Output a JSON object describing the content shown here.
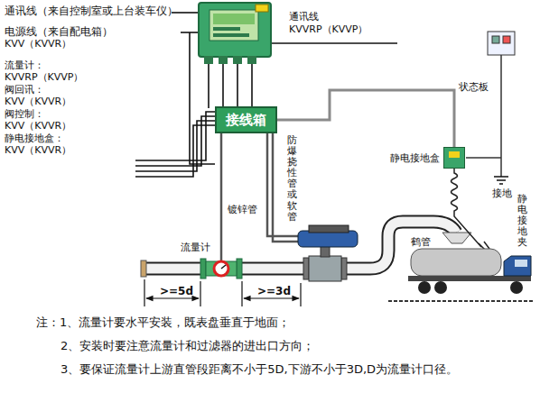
{
  "diagram": {
    "nodes": [
      {
        "text": [
          "接线箱"
        ]
      },
      {
        "text": [
          "静电接地盒"
        ]
      }
    ],
    "edges": [
      {
        "from": 0,
        "to": 1,
        "arrow": "none"
      }
    ],
    "labels": [
      "通讯线（来自控制室或上台装车仪）",
      "电源线（来自配电箱）",
      "KVV（KVVR）",
      "流量计：",
      "KVVRP（KVVP）",
      "阀回讯：",
      "KVV（KVVR）",
      "阀控制：",
      "KVV（KVVR）",
      "静电接地盒：",
      "KVV（KVVR）",
      "通讯线",
      "KVVRP（KVVP）",
      "防爆挠性管或软管",
      "状态板",
      "接地",
      "静电接地夹",
      "镀锌管",
      "流量计",
      "鹤管",
      ">=5d",
      ">=3d",
      "注：1、流量计要水平安装，既表盘垂直于地面；",
      "2、安装时要注意流量计和过滤器的进出口方向；",
      "3、要保证流量计上游直管段距离不小于5D,下游不小于3D,D为流量计口径。"
    ]
  }
}
